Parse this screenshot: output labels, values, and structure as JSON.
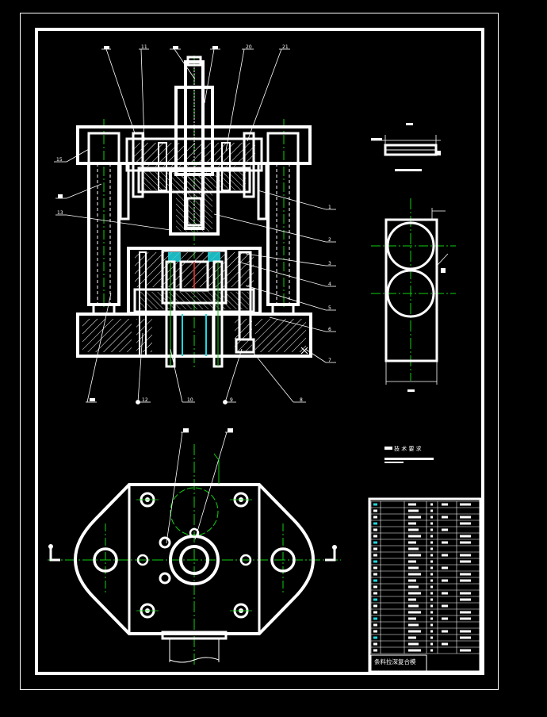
{
  "drawing": {
    "title_block_name": "条料拉深复合模",
    "technical_requirements_heading": "技 术 要 求",
    "balloons_top": [
      "",
      "11",
      "",
      "",
      "20",
      "21"
    ],
    "balloons_left": [
      "15",
      "",
      "13"
    ],
    "balloons_right": [
      "1",
      "2",
      "3",
      "4",
      "5",
      "6",
      "7"
    ],
    "balloons_bottom": [
      "",
      "12",
      "10",
      "9",
      "8"
    ],
    "balloons_plan": [
      "",
      ""
    ],
    "bom_rows": 24
  },
  "colors": {
    "background": "#000000",
    "outline": "#ffffff",
    "centerline": "#10d010",
    "section": "#22d8e0"
  }
}
